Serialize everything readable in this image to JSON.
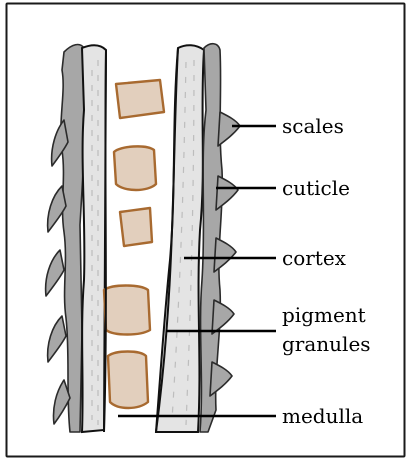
{
  "diagram": {
    "labels": {
      "scales": "scales",
      "cuticle": "cuticle",
      "cortex": "cortex",
      "pigment_line1": "pigment",
      "pigment_line2": "granules",
      "medulla": "medulla"
    },
    "colors": {
      "frame": "#1a1a1a",
      "scale_fill": "#a7a7a7",
      "cortex_fill": "#e4e4e4",
      "granule_fill": "#e2cfbd",
      "granule_stroke": "#a86a30",
      "outline": "#111111"
    }
  }
}
